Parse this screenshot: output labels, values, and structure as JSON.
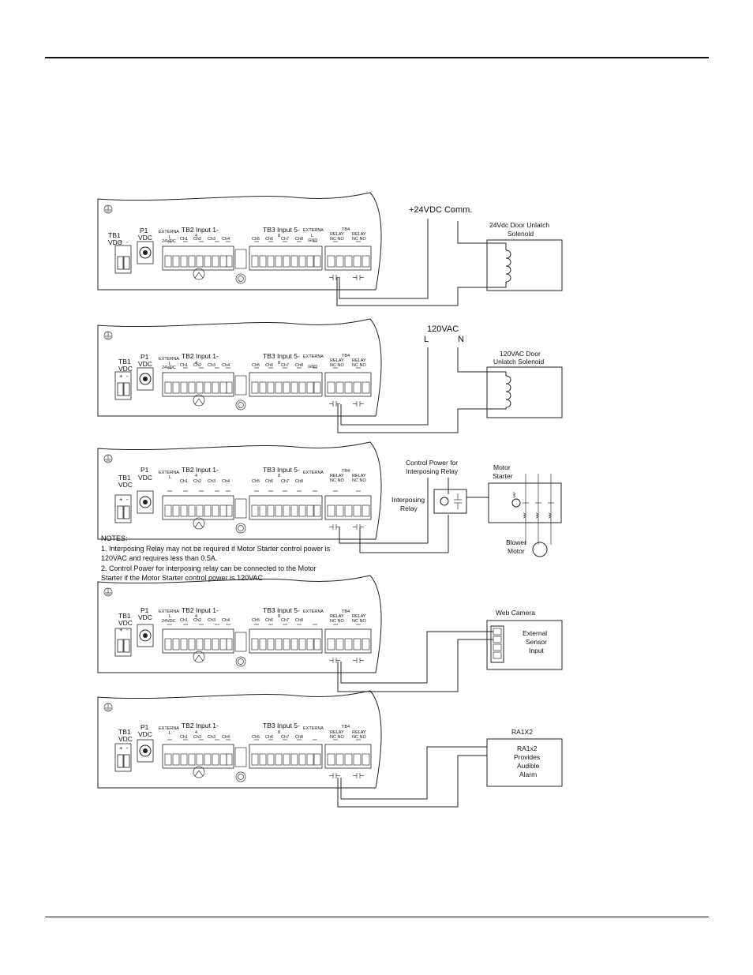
{
  "board": {
    "tb1": "TB1",
    "vdc": "VDC",
    "p1": "P1",
    "plus": "+",
    "minus": "-",
    "externa": "EXTERNA",
    "l": "L",
    "v24": "24VDC",
    "tb2": "TB2 Input 1-",
    "tb2_digit": "4",
    "tb3": "TB3 Input 5-",
    "tb3_digit": "8",
    "gnd": "GND",
    "channels_a": [
      "Ch1",
      "Ch2",
      "Ch3",
      "Ch4"
    ],
    "channels_b": [
      "Ch5",
      "Ch6",
      "Ch7",
      "Ch8"
    ],
    "relay": "RELAY",
    "ncno": "NC NO",
    "tb4": "TB4"
  },
  "panel1": {
    "supply_label": "+24VDC  Comm.",
    "device_label": [
      "24Vdc Door Unlatch",
      "Solenoid"
    ]
  },
  "panel2": {
    "supply_label": "120VAC",
    "l_label": "L",
    "n_label": "N",
    "device_label": [
      "120VAC Door",
      "Unlatch Solenoid"
    ]
  },
  "panel3": {
    "control_power": [
      "Control Power for",
      "Interposing Relay"
    ],
    "interposing": [
      "Interposing",
      "Relay"
    ],
    "motor_starter": [
      "Motor",
      "Starter"
    ],
    "blower_motor": [
      "Blower",
      "Motor"
    ]
  },
  "notes": {
    "heading": "NOTES:",
    "lines": [
      "1.   Interposing Relay may not be required if Motor Starter control power is",
      "120VAC and requires less than 0.5A.",
      "2.   Control Power for interposing relay can be connected to the Motor",
      "Starter if the Motor Starter control power is 120VAC"
    ]
  },
  "panel4": {
    "device_title": "Web Camera",
    "device_label": [
      "External",
      "Sensor",
      "Input"
    ]
  },
  "panel5": {
    "device_title": "RA1X2",
    "device_label": [
      "RA1x2",
      "Provides",
      "Audible",
      "Alarm"
    ]
  }
}
